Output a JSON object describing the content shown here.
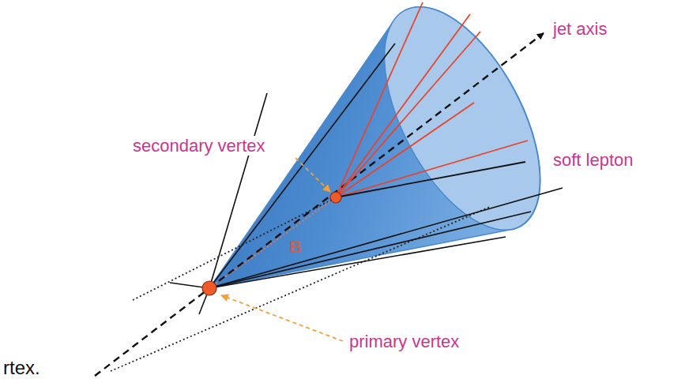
{
  "diagram": {
    "labels": [
      "jet axis",
      "secondary vertex",
      "soft lepton",
      "B",
      "primary vertex",
      "rtex."
    ]
  }
}
